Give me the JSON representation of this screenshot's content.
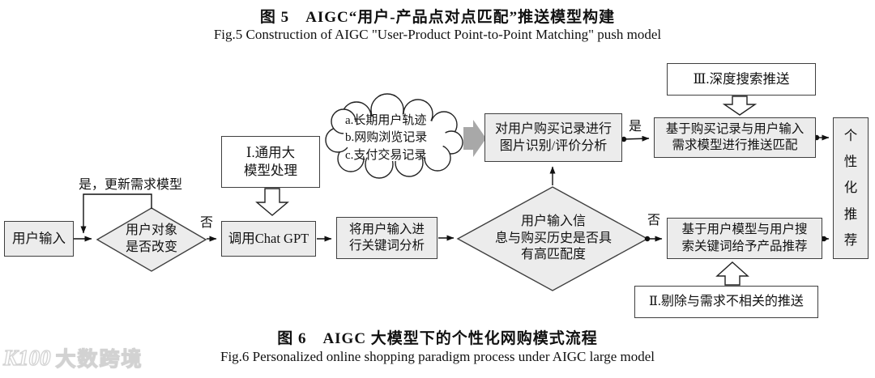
{
  "fig5": {
    "title_zh": "图 5　AIGC“用户-产品点对点匹配”推送模型构建",
    "title_en": "Fig.5 Construction of AIGC \"User-Product Point-to-Point Matching\" push model"
  },
  "fig6": {
    "title_zh": "图 6　AIGC 大模型下的个性化网购模式流程",
    "title_en": "Fig.6 Personalized online shopping paradigm process under AIGC large model"
  },
  "watermark": {
    "logo": "K100",
    "text": "大数跨境"
  },
  "flow": {
    "nodes": {
      "user_input": "用户输入",
      "decision_user_object": "用户对象\n是否改变",
      "call_chatgpt": "调用Chat GPT",
      "keyword_analysis": "将用户输入进\n行关键词分析",
      "decision_match": "用户输入信\n息与购买历史是否具\n有高匹配度",
      "cloud_records": "a.长期用户轨迹\nb.网购浏览记录\nc.支付交易记录",
      "purchase_analysis": "对用户购买记录进行\n图片识别/评价分析",
      "push_match": "基于购买记录与用户输入\n需求模型进行推送匹配",
      "product_recommend": "基于用户模型与用户搜\n索关键词给予产品推荐",
      "personalized_recommend": "个\n性\n化\n推\n荐",
      "step1": "Ⅰ.通用大\n模型处理",
      "step2": "Ⅱ.剔除与需求不相关的推送",
      "step3": "Ⅲ.深度搜索推送"
    },
    "labels": {
      "update_model": "是，更新需求模型",
      "no_1": "否",
      "no_2": "否",
      "yes_1": "是"
    },
    "colors": {
      "node_fill": "#ececec",
      "node_border": "#3f3f3f",
      "block_arrow_gray": "#a8a8a8",
      "line": "#111111"
    }
  }
}
